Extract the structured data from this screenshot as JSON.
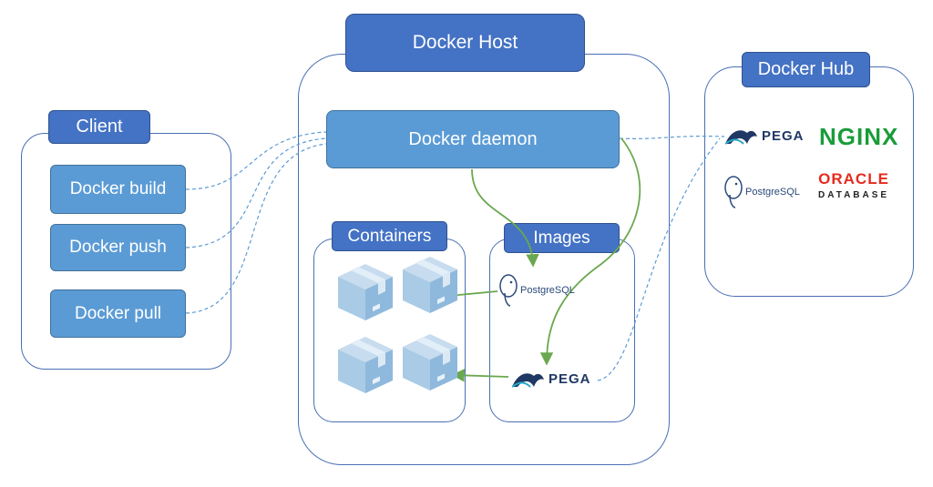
{
  "host": {
    "title": "Docker Host",
    "daemon": "Docker daemon"
  },
  "client": {
    "title": "Client",
    "commands": [
      "Docker build",
      "Docker push",
      "Docker pull"
    ]
  },
  "containers": {
    "title": "Containers"
  },
  "images": {
    "title": "Images",
    "items": {
      "postgres": "PostgreSQL",
      "pega": "PEGA"
    }
  },
  "hub": {
    "title": "Docker Hub",
    "logos": {
      "pega": "PEGA",
      "nginx": "NGINX",
      "postgres": "PostgreSQL",
      "oracle": "ORACLE",
      "oracle_sub": "DATABASE"
    }
  },
  "colors": {
    "title_fill": "#4472c4",
    "pill_fill": "#5b9bd5",
    "frame_border": "#4a6fb5",
    "green_arrow": "#6aa84f",
    "dashed_link": "#5b9bd5",
    "box_icon": "#a9cbe6"
  }
}
